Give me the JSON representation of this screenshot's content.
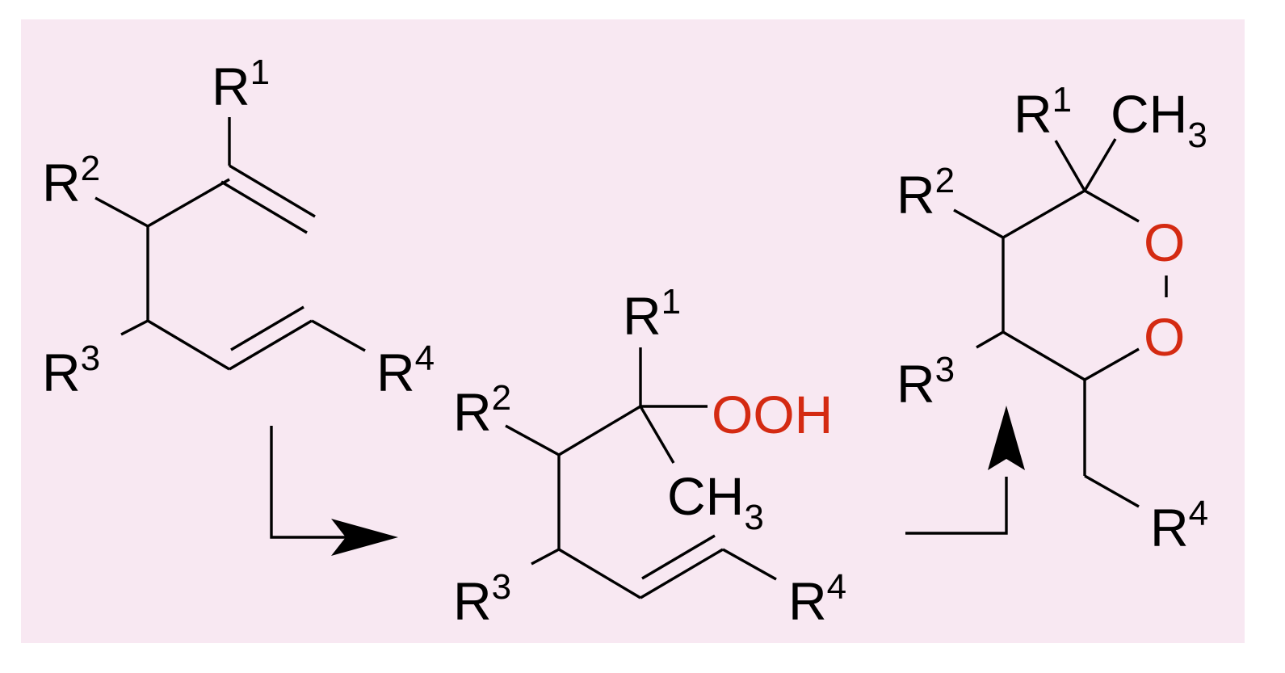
{
  "panel": {
    "background": "#f8e8f2",
    "text_color": "#000000",
    "highlight_color": "#d42a12"
  },
  "compound_1": {
    "r1": "R",
    "r1_sup": "1",
    "r2": "R",
    "r2_sup": "2",
    "r3": "R",
    "r3_sup": "3",
    "r4": "R",
    "r4_sup": "4"
  },
  "compound_2": {
    "r1": "R",
    "r1_sup": "1",
    "r2": "R",
    "r2_sup": "2",
    "r3": "R",
    "r3_sup": "3",
    "r4": "R",
    "r4_sup": "4",
    "hydroperoxide": "OOH",
    "methyl": "CH",
    "methyl_sub": "3"
  },
  "compound_3": {
    "r1": "R",
    "r1_sup": "1",
    "r2": "R",
    "r2_sup": "2",
    "r3": "R",
    "r3_sup": "3",
    "r4": "R",
    "r4_sup": "4",
    "methyl": "CH",
    "methyl_sub": "3",
    "oxygen_upper": "O",
    "oxygen_lower": "O"
  },
  "arrows": [
    {
      "from": "compound_1",
      "to": "compound_2",
      "direction": "down-right"
    },
    {
      "from": "compound_2",
      "to": "compound_3",
      "direction": "right-up"
    }
  ]
}
